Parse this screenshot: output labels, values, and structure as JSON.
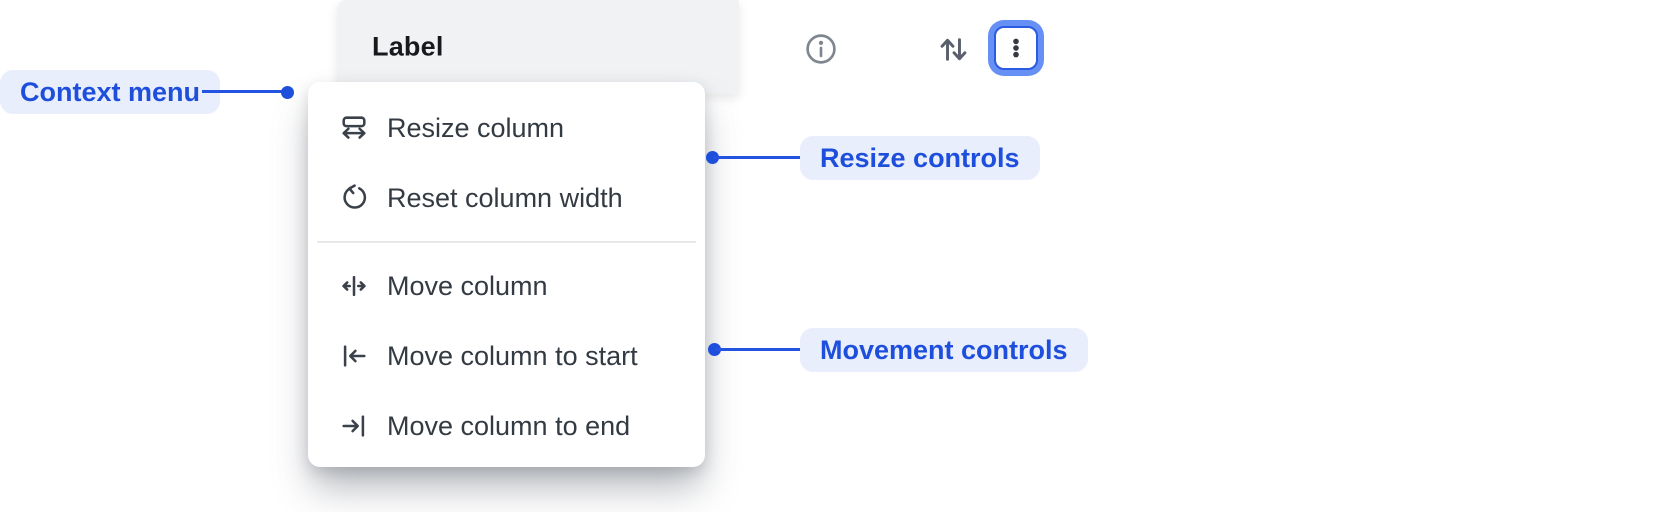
{
  "colors": {
    "annotation_accent": "#1e4fdc",
    "annotation_pill_bg": "#e9eefd",
    "header_bg": "#f0f2f4",
    "menu_bg": "#ffffff",
    "menu_text": "#333a42",
    "menu_icon": "#3a414a",
    "focus_ring_outer": "#6690f3",
    "focus_ring_border": "#2b5be0",
    "header_icon_gray": "#80868f"
  },
  "header": {
    "label": "Label",
    "icons": [
      "info-icon",
      "sort-arrows-icon",
      "kebab-menu-icon"
    ]
  },
  "menu": {
    "items": [
      {
        "label": "Resize column",
        "icon": "resize-column-icon",
        "group": "resize"
      },
      {
        "label": "Reset column width",
        "icon": "reset-column-width-icon",
        "group": "resize"
      },
      {
        "label": "Move column",
        "icon": "move-column-icon",
        "group": "movement"
      },
      {
        "label": "Move column to start",
        "icon": "move-column-start-icon",
        "group": "movement"
      },
      {
        "label": "Move column to end",
        "icon": "move-column-end-icon",
        "group": "movement"
      }
    ],
    "divider_after_index": 1
  },
  "annotations": [
    {
      "label": "Context menu",
      "points_to": "context-menu",
      "side": "left"
    },
    {
      "label": "Resize controls",
      "points_to": "resize-items",
      "side": "right"
    },
    {
      "label": "Movement controls",
      "points_to": "movement-items",
      "side": "right"
    }
  ]
}
